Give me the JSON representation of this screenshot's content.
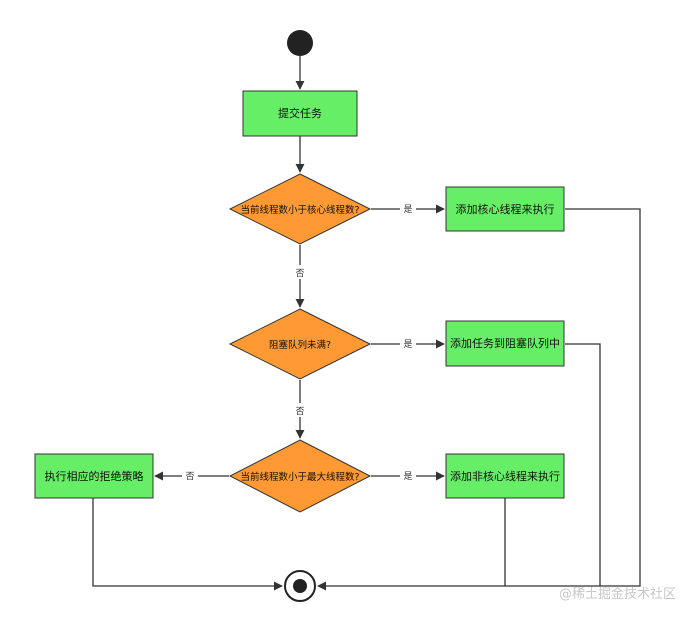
{
  "colors": {
    "task_fill": "#66ee66",
    "decision_fill": "#ff9933",
    "stroke": "#333333"
  },
  "nodes": {
    "submit": "提交任务",
    "q_core": "当前线程数小于核心线程数?",
    "add_core": "添加核心线程来执行",
    "q_queue": "阻塞队列未满?",
    "add_queue": "添加任务到阻塞队列中",
    "q_max": "当前线程数小于最大线程数?",
    "add_noncore": "添加非核心线程来执行",
    "reject": "执行相应的拒绝策略"
  },
  "edges": {
    "yes": "是",
    "no": "否"
  },
  "watermark": "@稀土掘金技术社区"
}
